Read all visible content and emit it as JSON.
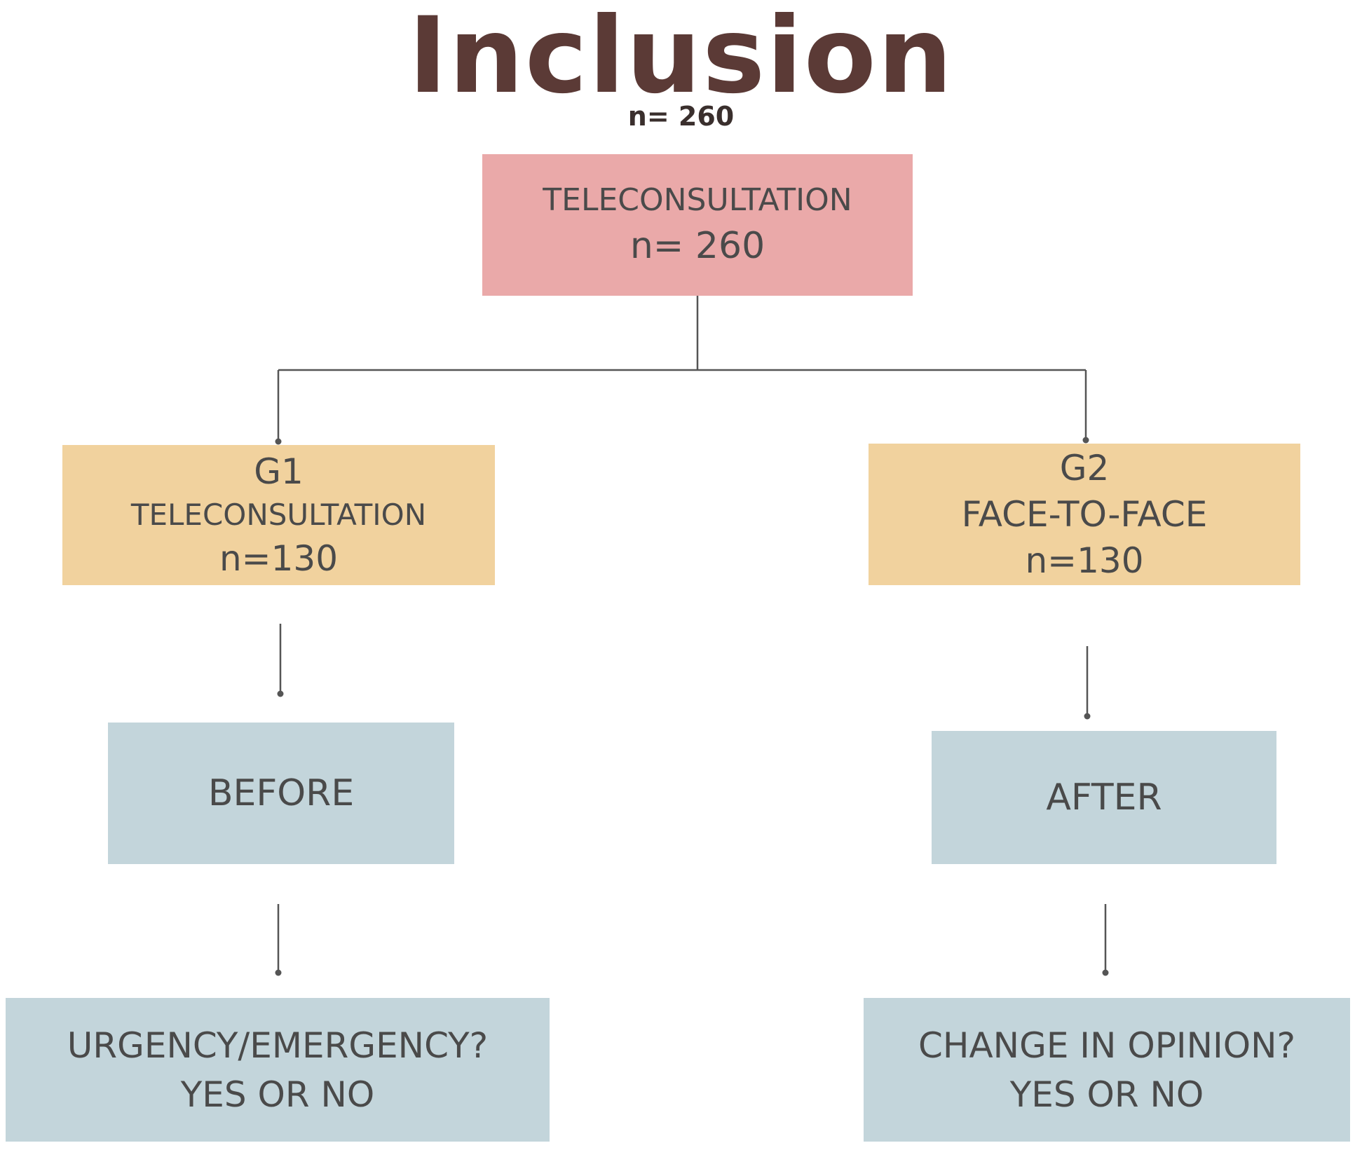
{
  "title": "Inclusion",
  "subtitle": "n= 260",
  "colors": {
    "title": "#5b3a36",
    "root_fill": "#eaa9a9",
    "group_fill": "#f1d29e",
    "step_fill": "#c3d5db",
    "connector": "#555555"
  },
  "root": {
    "label": "TELECONSULTATION",
    "count": "n= 260"
  },
  "groups": [
    {
      "id": "G1",
      "mode": "TELECONSULTATION",
      "count": "n=130",
      "timing": "BEFORE",
      "question_line1": "URGENCY/EMERGENCY?",
      "question_line2": "YES OR NO"
    },
    {
      "id": "G2",
      "mode": "FACE-TO-FACE",
      "count": "n=130",
      "timing": "AFTER",
      "question_line1": "CHANGE IN OPINION?",
      "question_line2": "YES OR NO"
    }
  ]
}
